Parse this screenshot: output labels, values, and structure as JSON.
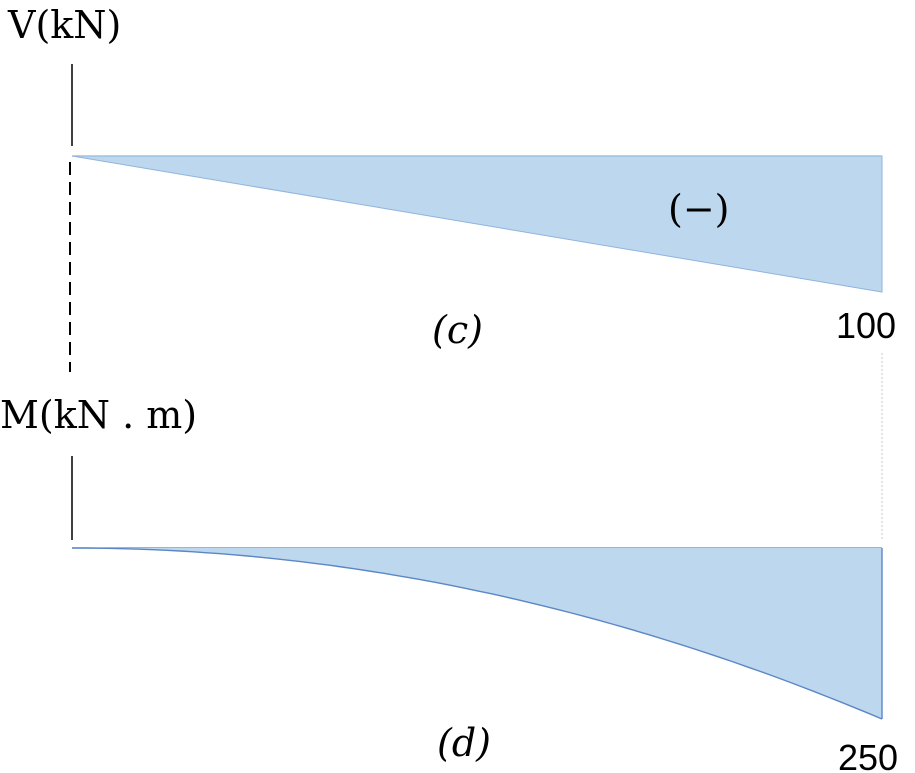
{
  "shear_diagram": {
    "axis_label": "V(kN)",
    "sign_label": "(−)",
    "caption": "(c)",
    "end_value_label": "100",
    "end_value": 100,
    "fill_color": "#bdd7ee",
    "edge_color": "#8fb4dd"
  },
  "moment_diagram": {
    "axis_label": "M(kN . m)",
    "caption": "(d)",
    "end_value_label": "250",
    "end_value": 250,
    "fill_color": "#bdd7ee",
    "curve_color": "#5b87c5"
  }
}
